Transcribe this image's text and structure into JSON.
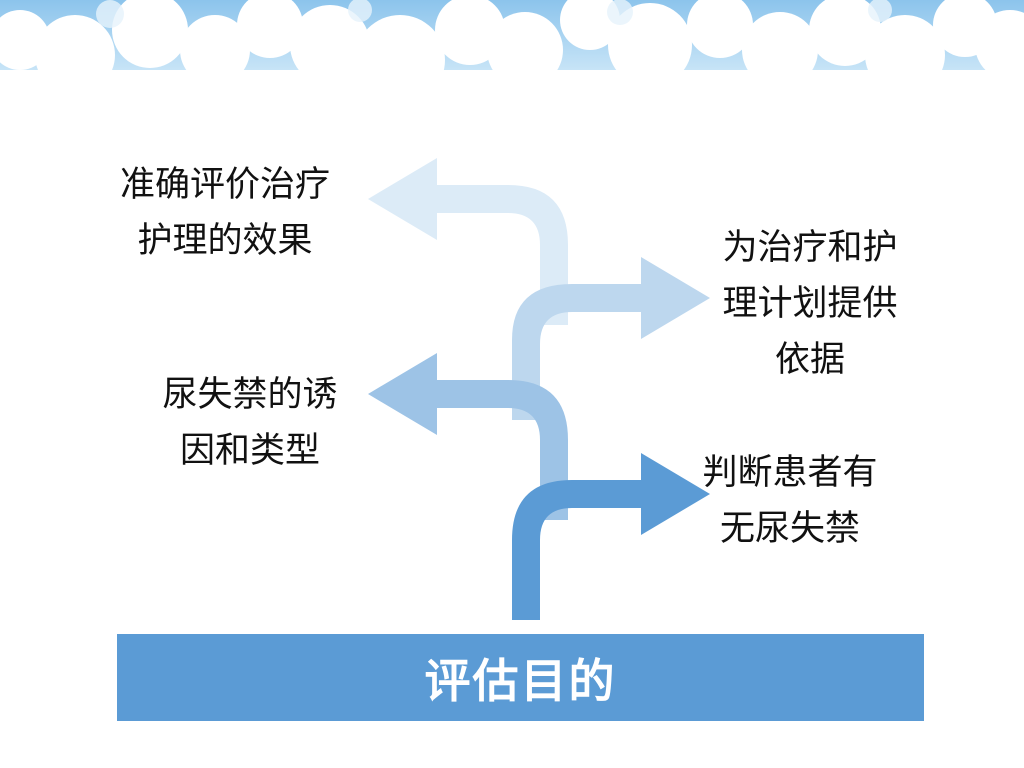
{
  "slide": {
    "title": "评估目的",
    "title_bar_color": "#5b9bd5"
  },
  "items": [
    {
      "id": "top-left",
      "text": "准确评价治疗\n护理的效果",
      "arrow_color": "#dcebf7",
      "direction": "left"
    },
    {
      "id": "top-right",
      "text": "为治疗和护\n理计划提供\n依据",
      "arrow_color": "#bdd7ee",
      "direction": "right"
    },
    {
      "id": "middle-left",
      "text": "尿失禁的诱\n因和类型",
      "arrow_color": "#9dc3e6",
      "direction": "left"
    },
    {
      "id": "bottom-right",
      "text": "判断患者有\n无尿失禁",
      "arrow_color": "#5b9bd5",
      "direction": "right"
    }
  ],
  "background": {
    "sky_color": "#9fcdef",
    "cloud_color": "#ffffff"
  }
}
